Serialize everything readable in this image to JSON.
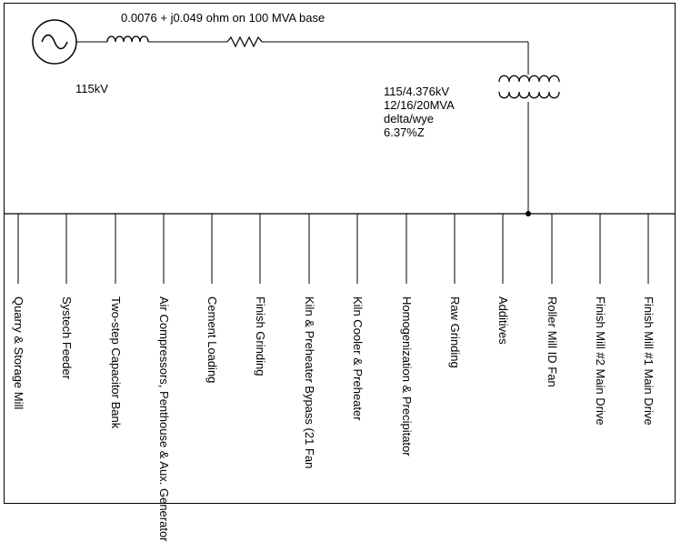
{
  "source": {
    "voltage": "115kV"
  },
  "line": {
    "impedance": "0.0076 + j0.049 ohm on 100 MVA base"
  },
  "transformer": {
    "lines": [
      "115/4.376kV",
      "12/16/20MVA",
      "delta/wye",
      "6.37%Z"
    ]
  },
  "feeders": [
    "Quarry & Storage Mill",
    "Systech Feeder",
    "Two-step Capacitor Bank",
    "Air Compressors, Penthouse & Aux. Generator",
    "Cement Loading",
    "Finish Grinding",
    "Kiln & Preheater Bypass (21 Fan",
    "Kiln Cooler & Preheater",
    "Homogenization & Precipitator",
    "Raw Grinding",
    "Additives",
    "Roller Mill ID Fan",
    "Finish Mill #2 Main Drive",
    "Finish Mill #1 Main Drive"
  ]
}
